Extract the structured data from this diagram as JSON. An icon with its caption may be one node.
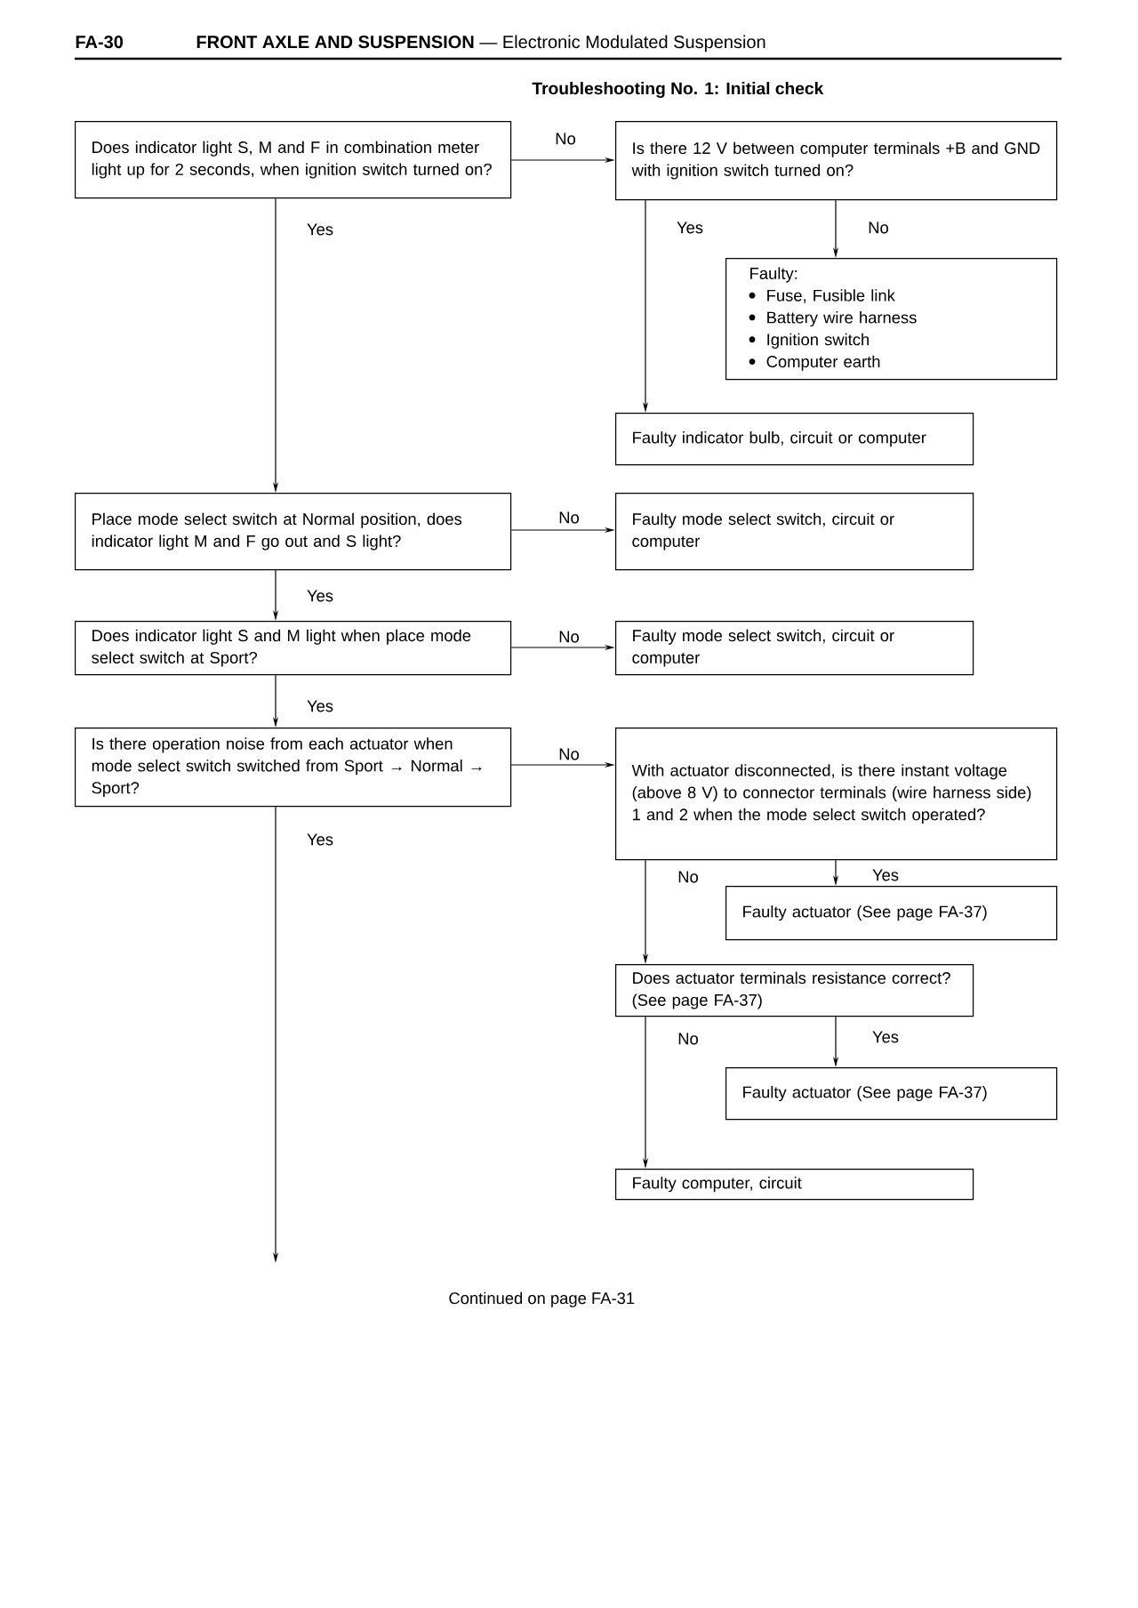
{
  "diagram": {
    "title": "Troubleshooting No. 1: Initial check",
    "nodes": [
      {
        "text": [
          "Does indicator light S, M and F in combination meter light up for 2 seconds, when ignition switch turned on?"
        ]
      },
      {
        "text": [
          "Is there 12 V between computer terminals +B and GND with ignition switch turned on?"
        ]
      },
      {
        "text": [
          "Faulty:",
          "Fuse, Fusible link",
          "Battery wire harness",
          "Ignition switch",
          "Computer earth"
        ]
      },
      {
        "text": [
          "Faulty indicator bulb, circuit or computer"
        ]
      },
      {
        "text": [
          "Place mode select switch at Normal position, does indicator light M and F go out and S light?"
        ]
      },
      {
        "text": [
          "Faulty mode select switch, circuit or computer"
        ]
      },
      {
        "text": [
          "Does indicator light S and M light when place mode select switch at Sport?"
        ]
      },
      {
        "text": [
          "Faulty mode select switch, circuit or computer"
        ]
      },
      {
        "text": [
          "Is there operation noise from each actuator when mode select switch switched from Sport → Normal → Sport?"
        ]
      },
      {
        "text": [
          "With actuator disconnected, is there instant voltage (above 8 V) to connector terminals (wire harness side) 1 and 2 when the mode select switch operated?"
        ]
      },
      {
        "text": [
          "Faulty actuator (See page FA-37)"
        ]
      },
      {
        "text": [
          "Does actuator terminals resistance correct? (See page FA-37)"
        ]
      },
      {
        "text": [
          "Faulty actuator (See page FA-37)"
        ]
      },
      {
        "text": [
          "Faulty computer, circuit"
        ]
      }
    ],
    "edges": [
      {
        "from": 0,
        "to": 1,
        "arrow": "to",
        "label": "No"
      },
      {
        "from": 0,
        "to": 4,
        "arrow": "to",
        "label": "Yes"
      },
      {
        "from": 1,
        "to": 3,
        "arrow": "to",
        "label": "Yes"
      },
      {
        "from": 1,
        "to": 2,
        "arrow": "to",
        "label": "No"
      },
      {
        "from": 4,
        "to": 5,
        "arrow": "to",
        "label": "No"
      },
      {
        "from": 4,
        "to": 6,
        "arrow": "to",
        "label": "Yes"
      },
      {
        "from": 6,
        "to": 7,
        "arrow": "to",
        "label": "No"
      },
      {
        "from": 6,
        "to": 8,
        "arrow": "to",
        "label": "Yes"
      },
      {
        "from": 8,
        "to": 9,
        "arrow": "to",
        "label": "No"
      },
      {
        "from": 8,
        "to": null,
        "arrow": "to",
        "label": "Yes"
      },
      {
        "from": 9,
        "to": 11,
        "arrow": "to",
        "label": "No"
      },
      {
        "from": 9,
        "to": 10,
        "arrow": "to",
        "label": "Yes"
      },
      {
        "from": 11,
        "to": 13,
        "arrow": "to",
        "label": "No"
      },
      {
        "from": 11,
        "to": 12,
        "arrow": "to",
        "label": "Yes"
      }
    ],
    "labels": [
      "FA-30",
      "**FRONT AXLE AND SUSPENSION** — Electronic Modulated Suspension",
      "Continued on page FA-31"
    ]
  }
}
